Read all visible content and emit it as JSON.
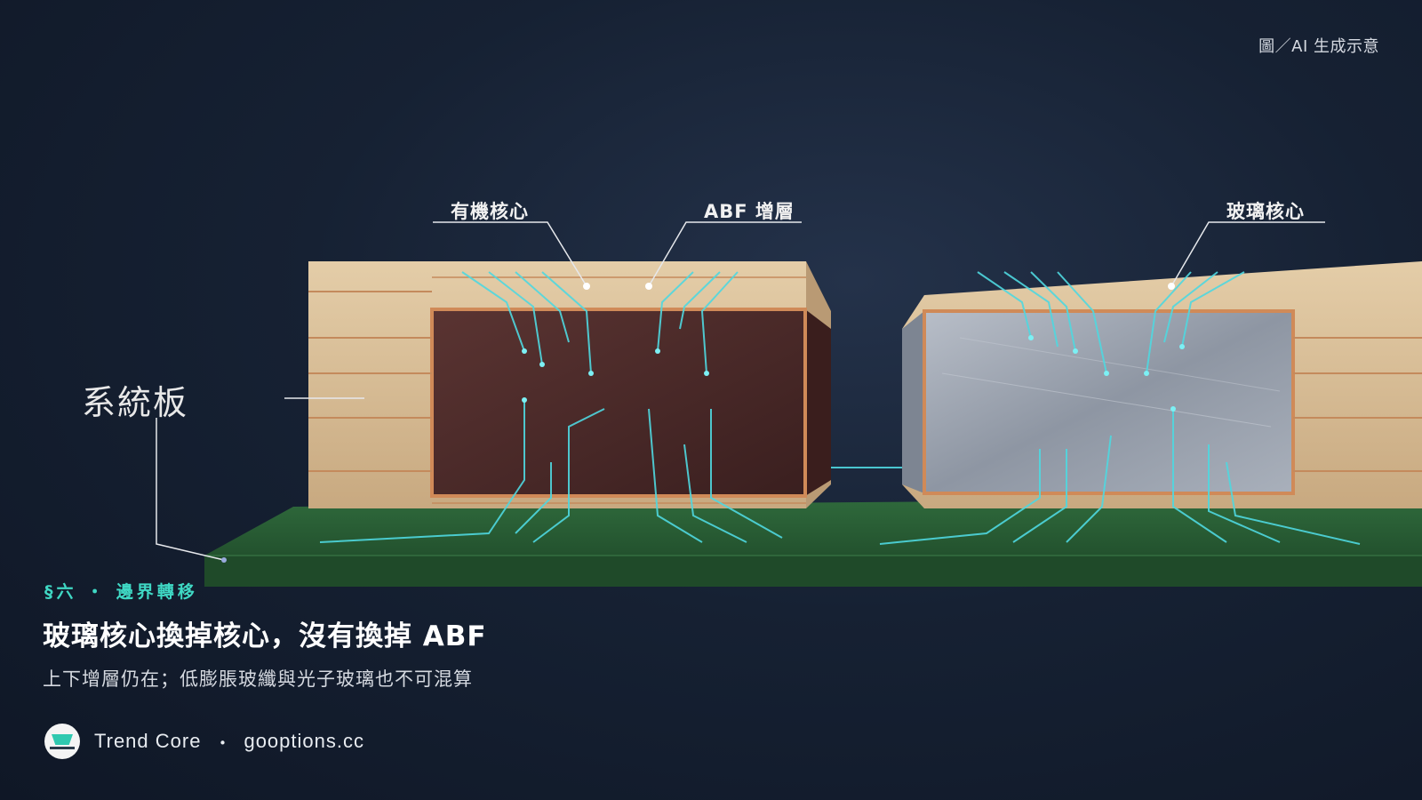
{
  "credit": "圖／AI 生成示意",
  "labels": {
    "organic_core": "有機核心",
    "abf_buildup": "ABF 增層",
    "glass_core": "玻璃核心",
    "system_board": "系統板"
  },
  "section": "§六 ・ 邊界轉移",
  "title": "玻璃核心換掉核心，沒有換掉 ABF",
  "subtitle": "上下增層仍在；低膨脹玻纖與光子玻璃也不可混算",
  "brand": {
    "name": "Trend Core",
    "separator": "・",
    "url": "gooptions.cc"
  },
  "colors": {
    "accent": "#3fd8c4",
    "copper": "#d08a58",
    "laminate": "#d6b896",
    "organic_core": "#4a2a28",
    "glass_core": "#9aa2ae",
    "board": "#2a5a34",
    "trace": "#4fd8e0"
  }
}
